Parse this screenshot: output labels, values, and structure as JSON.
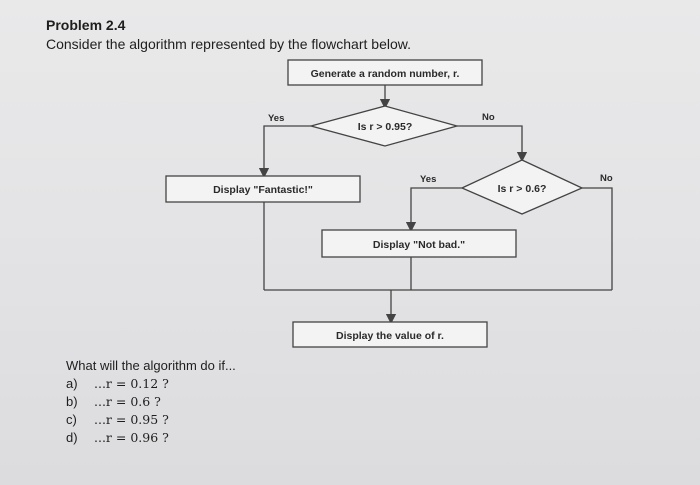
{
  "header": {
    "title": "Problem 2.4",
    "subtitle": "Consider the algorithm represented by the flowchart below."
  },
  "flowchart": {
    "start_box": "Generate a random number, r.",
    "decision1": "Is r > 0.95?",
    "decision2": "Is r > 0.6?",
    "box_fantastic": "Display \"Fantastic!\"",
    "box_not_bad": "Display \"Not bad.\"",
    "box_value": "Display the value of r.",
    "yes1": "Yes",
    "no1": "No",
    "yes2": "Yes",
    "no2": "No"
  },
  "questions": {
    "prompt": "What will the algorithm do if...",
    "items": [
      {
        "letter": "a)",
        "expr": "...r = 0.12 ?"
      },
      {
        "letter": "b)",
        "expr": "...r = 0.6 ?"
      },
      {
        "letter": "c)",
        "expr": "...r = 0.95 ?"
      },
      {
        "letter": "d)",
        "expr": "...r = 0.96 ?"
      }
    ]
  }
}
